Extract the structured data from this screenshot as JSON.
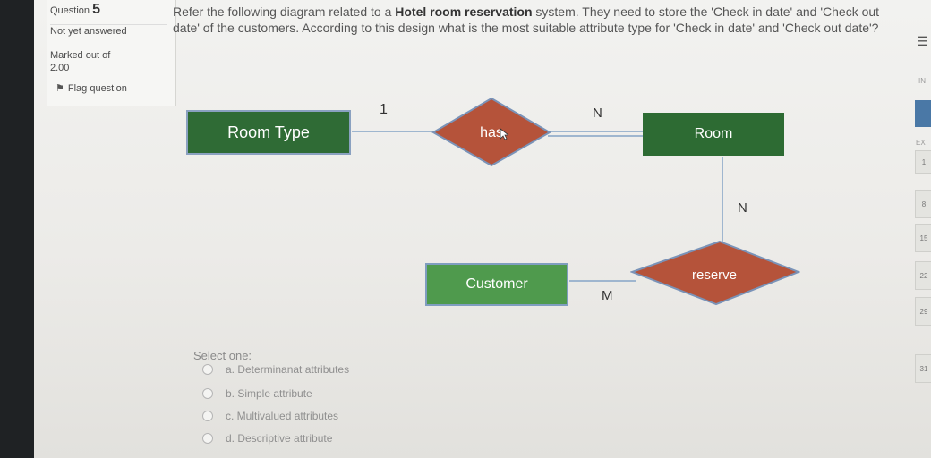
{
  "info": {
    "question_label": "Question",
    "question_number": "5",
    "status": "Not yet answered",
    "marked_out_of": "Marked out of",
    "marks": "2.00",
    "flag_label": "Flag question"
  },
  "question": {
    "intro": "Refer the following diagram related to a ",
    "bold": "Hotel room reservation",
    "rest": " system. They need to store the 'Check in date' and 'Check out date' of the customers. According to this design what is the most suitable attribute type for 'Check in date' and 'Check out date'?"
  },
  "diagram": {
    "entities": [
      "Room Type",
      "Room",
      "Customer"
    ],
    "relationships": [
      "has",
      "reserve"
    ],
    "cardinalities": {
      "roomtype_has": "1",
      "has_room": "N",
      "room_reserve": "N",
      "customer_reserve": "M"
    }
  },
  "answers": {
    "select_label": "Select one:",
    "options": [
      "a. Determinanat attributes",
      "b. Simple attribute",
      "c. Multivalued attributes",
      "d. Descriptive attribute"
    ]
  },
  "nav": {
    "top_label": "IN",
    "exam_label": "EX",
    "numbers": [
      "1",
      "8",
      "15",
      "22",
      "29",
      "31"
    ]
  },
  "colors": {
    "entity_dark": "#2f6b35",
    "entity_light": "#4f9a4d",
    "relationship": "#b5533a",
    "relationship_border": "#7a93b8"
  }
}
